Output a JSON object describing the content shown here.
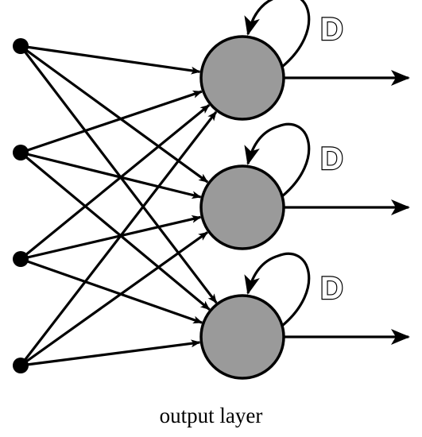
{
  "diagram": {
    "caption": "output layer",
    "input_node_count": 4,
    "output_nodes": [
      {
        "delay_label": "D"
      },
      {
        "delay_label": "D"
      },
      {
        "delay_label": "D"
      }
    ],
    "connections": "fully-connected",
    "colors": {
      "node_fill": "#9a9a9a",
      "stroke": "#000000",
      "input_node": "#000000",
      "background": "#ffffff"
    }
  }
}
